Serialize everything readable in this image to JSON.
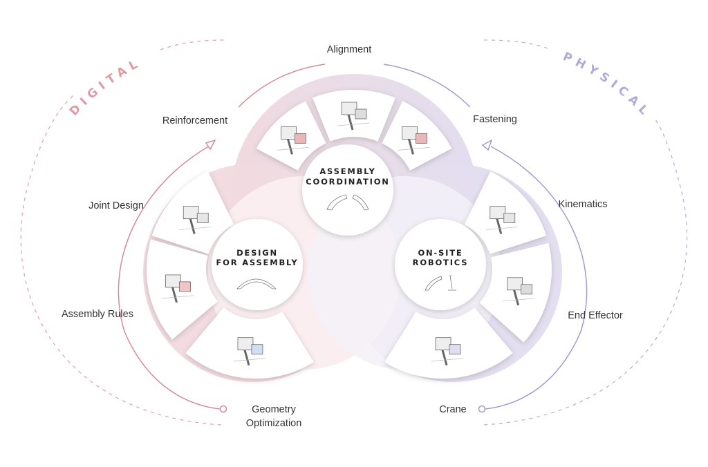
{
  "sides": {
    "digital": "DIGITAL",
    "physical": "PHYSICAL"
  },
  "hubs": {
    "coordination": {
      "line1": "ASSEMBLY",
      "line2": "COORDINATION"
    },
    "design": {
      "line1": "DESIGN",
      "line2": "FOR ASSEMBLY"
    },
    "robotics": {
      "line1": "ON-SITE",
      "line2": "ROBOTICS"
    }
  },
  "labels": {
    "alignment": "Alignment",
    "reinforcement": "Reinforcement",
    "fastening": "Fastening",
    "joint_design": "Joint Design",
    "kinematics": "Kinematics",
    "assembly_rules": "Assembly Rules",
    "end_effector": "End Effector",
    "geometry_optimization_1": "Geometry",
    "geometry_optimization_2": "Optimization",
    "crane": "Crane"
  },
  "colors": {
    "digital": "#e09aa5",
    "physical": "#b3a9d6",
    "pink_solid": "#d98a97",
    "purple_solid": "#a59ad0"
  }
}
